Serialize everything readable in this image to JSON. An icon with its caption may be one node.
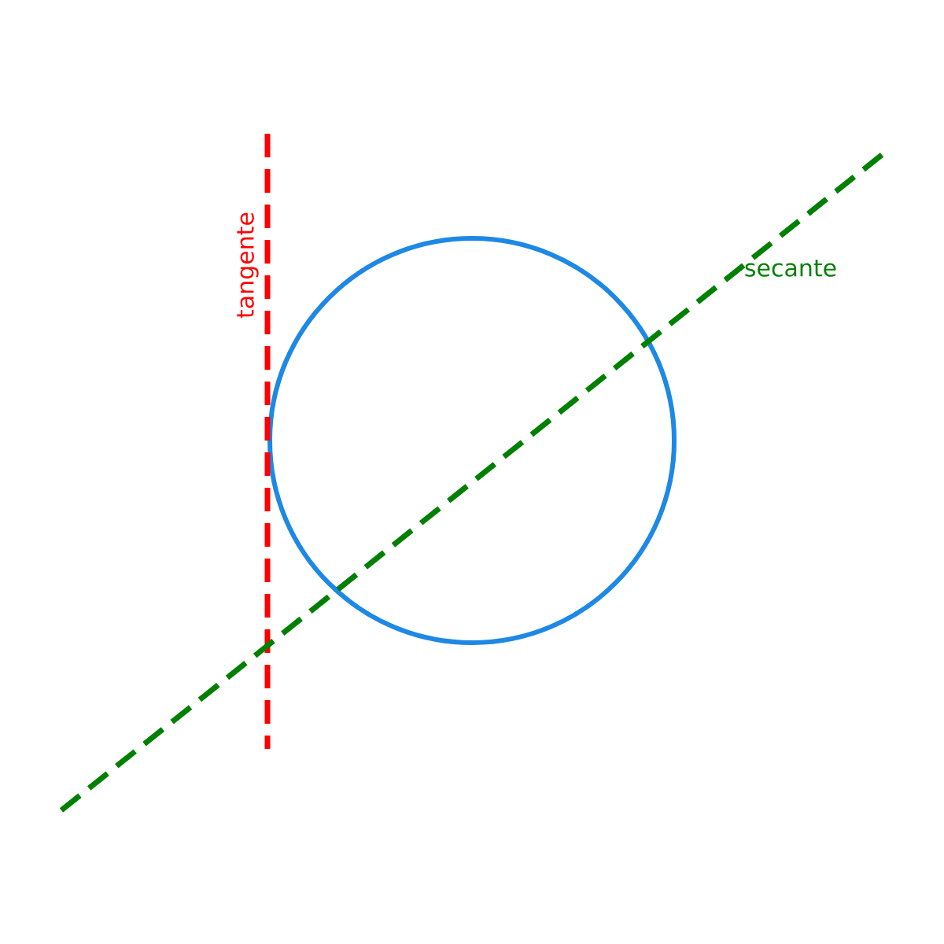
{
  "diagram": {
    "nodes": [
      {
        "text": [],
        "shape": "circle"
      }
    ],
    "labels": [
      "tangente",
      "secante"
    ]
  }
}
